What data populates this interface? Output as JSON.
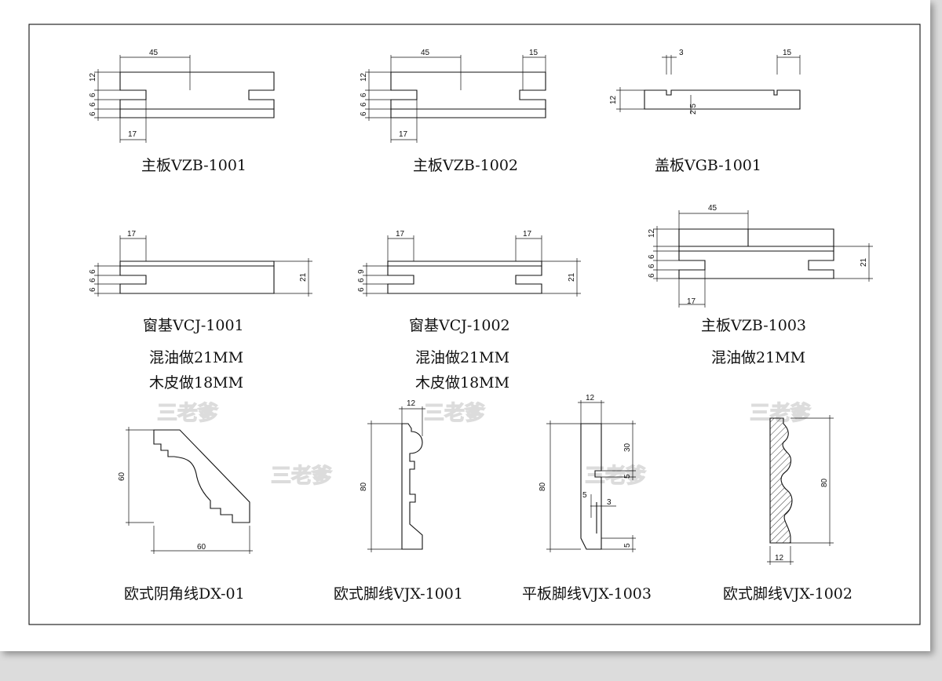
{
  "captions": {
    "vzb1001": "主板VZB-1001",
    "vzb1002": "主板VZB-1002",
    "vgb1001": "盖板VGB-1001",
    "vcj1001": "窗基VCJ-1001",
    "vcj1001_n1": "混油做21MM",
    "vcj1001_n2": "木皮做18MM",
    "vcj1002": "窗基VCJ-1002",
    "vcj1002_n1": "混油做21MM",
    "vcj1002_n2": "木皮做18MM",
    "vzb1003": "主板VZB-1003",
    "vzb1003_n1": "混油做21MM",
    "dx01": "欧式阴角线DX-01",
    "vjx1001": "欧式脚线VJX-1001",
    "vjx1003": "平板脚线VJX-1003",
    "vjx1002": "欧式脚线VJX-1002"
  },
  "watermark": "三老爹",
  "dims": {
    "d45": "45",
    "d12": "12",
    "d6": "6",
    "d17": "17",
    "d15": "15",
    "d3": "3",
    "d25": "2.5",
    "d21": "21",
    "d9": "9",
    "d60": "60",
    "d80": "80",
    "d30": "30",
    "d5": "5"
  }
}
